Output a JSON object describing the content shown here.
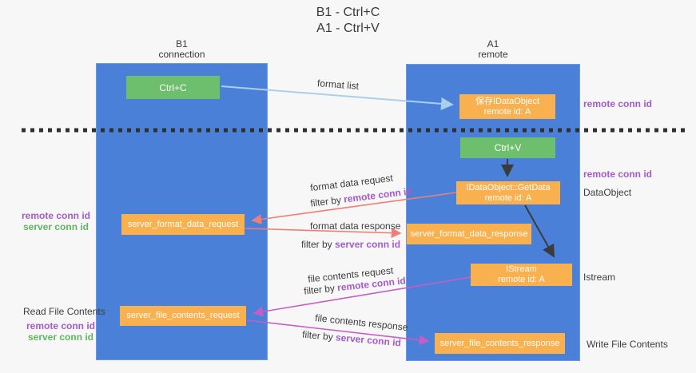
{
  "title": {
    "line1": "B1 - Ctrl+C",
    "line2": "A1 - Ctrl+V"
  },
  "columns": {
    "left": {
      "header_line1": "B1",
      "header_line2": "connection"
    },
    "right": {
      "header_line1": "A1",
      "header_line2": "remote"
    }
  },
  "nodes": {
    "ctrl_c": {
      "label": "Ctrl+C"
    },
    "ctrl_v": {
      "label": "Ctrl+V"
    },
    "save_idataobject": {
      "line1": "保存IDataObject",
      "line2": "remote id: A"
    },
    "idataobject_getdata": {
      "line1": "IDataObject::GetData",
      "line2": "remote id: A"
    },
    "istream": {
      "line1": "IStream",
      "line2": "remote id: A"
    },
    "server_format_data_request": {
      "label": "server_format_data_request"
    },
    "server_format_data_response": {
      "label": "server_format_data_response"
    },
    "server_file_contents_request": {
      "label": "server_file_contents_request"
    },
    "server_file_contents_response": {
      "label": "server_file_contents_response"
    }
  },
  "side_labels": {
    "right_remote_conn_id_top": "remote conn id",
    "right_remote_conn_id_mid": "remote conn id",
    "dataobject": "DataObject",
    "istream": "Istream",
    "write_file_contents": "Write File Contents",
    "left_mid_remote_conn_id": "remote conn id",
    "left_mid_server_conn_id": "server conn id",
    "read_file_contents": "Read File Contents",
    "left_bottom_remote_conn_id": "remote conn id",
    "left_bottom_server_conn_id": "server conn id"
  },
  "arrow_labels": {
    "format_list": "format list",
    "format_request": {
      "line1": "format data request",
      "filter_prefix": "filter by ",
      "filter_key": "remote conn id"
    },
    "format_response": {
      "line1": "format data response",
      "filter_prefix": "filter by ",
      "filter_key": "server conn id"
    },
    "file_request": {
      "line1": "file contents request",
      "filter_prefix": "filter by ",
      "filter_key": "remote conn id"
    },
    "file_response": {
      "line1": "file contents response",
      "filter_prefix": "filter by ",
      "filter_key": "server conn id"
    }
  },
  "colors": {
    "background": "#f7f7f7",
    "column_blue": "#4a80d8",
    "box_green": "#6dbe6d",
    "box_orange": "#f9b04e",
    "label_purple": "#a45bc8",
    "label_green": "#5fb65f",
    "arrow_salmon": "#ee7e76",
    "arrow_magenta": "#c45ec4",
    "arrow_lightblue": "#a9cfec",
    "arrow_black": "#3b3b3b",
    "dashed_line": "#2f2f2f",
    "text_dark": "#3d3d3d"
  }
}
